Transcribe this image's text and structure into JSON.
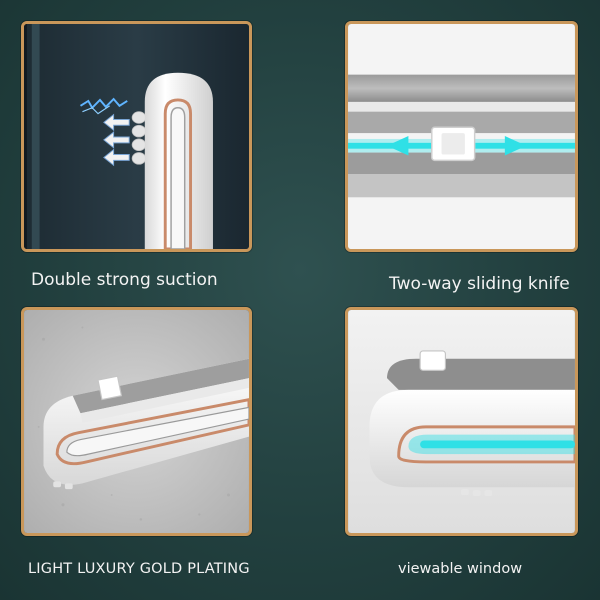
{
  "captions": {
    "top_left": "Double strong suction",
    "top_right": "Two-way sliding knife",
    "bottom_left": "LIGHT LUXURY GOLD PLATING",
    "bottom_right": "viewable window"
  },
  "colors": {
    "background": "#22403f",
    "frame_gold": "#c9975a",
    "glow_cyan": "#2fe0e6",
    "body_white": "#f2f2f2"
  }
}
